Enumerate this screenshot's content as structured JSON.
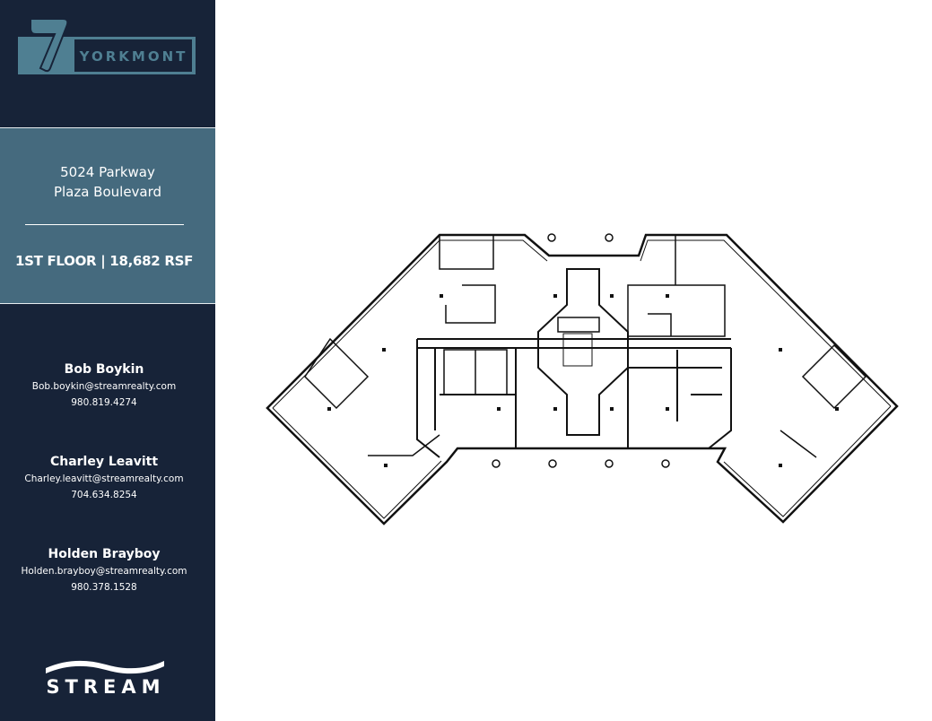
{
  "brand": {
    "logo_text": "YORKMONT",
    "logo_number": "7",
    "logo_color": "#4f7f92"
  },
  "property": {
    "address_line1": "5024 Parkway",
    "address_line2": "Plaza Boulevard",
    "floor_info": "1ST FLOOR |  18,682 RSF"
  },
  "contacts": [
    {
      "name": "Bob Boykin",
      "email": "Bob.boykin@streamrealty.com",
      "phone": "980.819.4274"
    },
    {
      "name": "Charley Leavitt",
      "email": "Charley.leavitt@streamrealty.com",
      "phone": "704.634.8254"
    },
    {
      "name": "Holden Brayboy",
      "email": "Holden.brayboy@streamrealty.com",
      "phone": "980.378.1528"
    }
  ],
  "footer": {
    "company_logo_text": "STREAM"
  },
  "colors": {
    "sidebar": "#172338",
    "panel": "#456a7e",
    "plan_lines": "#111111"
  }
}
